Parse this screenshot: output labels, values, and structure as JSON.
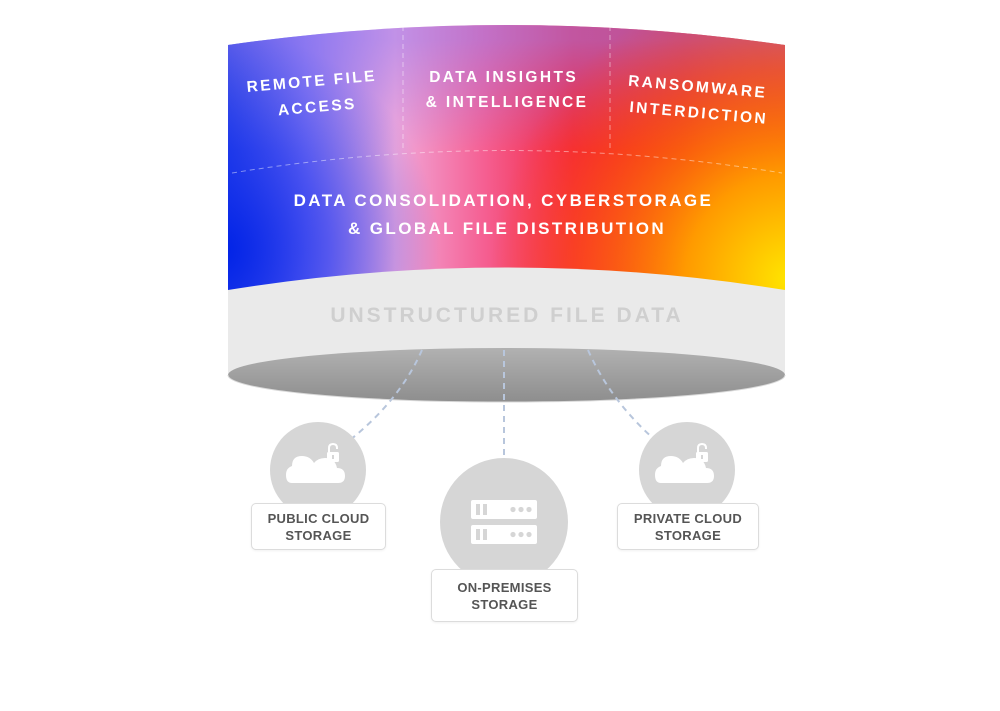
{
  "drum": {
    "top_sections": [
      {
        "line1": "REMOTE FILE",
        "line2": "ACCESS"
      },
      {
        "line1": "DATA INSIGHTS",
        "line2": "& INTELLIGENCE"
      },
      {
        "line1": "RANSOMWARE",
        "line2": "INTERDICTION"
      }
    ],
    "middle": {
      "line1": "DATA CONSOLIDATION, CYBERSTORAGE",
      "line2": "& GLOBAL FILE DISTRIBUTION"
    },
    "base": {
      "label": "UNSTRUCTURED FILE DATA"
    }
  },
  "storage_nodes": [
    {
      "icon": "cloud-lock-icon",
      "line1": "PUBLIC CLOUD",
      "line2": "STORAGE"
    },
    {
      "icon": "server-icon",
      "line1": "ON-PREMISES",
      "line2": "STORAGE"
    },
    {
      "icon": "cloud-lock-icon",
      "line1": "PRIVATE CLOUD",
      "line2": "STORAGE"
    }
  ],
  "colors": {
    "gradient": [
      "#0a2fe0",
      "#9b7cf0",
      "#f3a6d6",
      "#f43f6b",
      "#e8121e",
      "#ff6a00",
      "#ffe400"
    ],
    "base_band": "#eaeaea",
    "base_shadow": "#9e9e9e",
    "node_circle": "#d6d6d6",
    "connector": "#b8c6dc"
  }
}
